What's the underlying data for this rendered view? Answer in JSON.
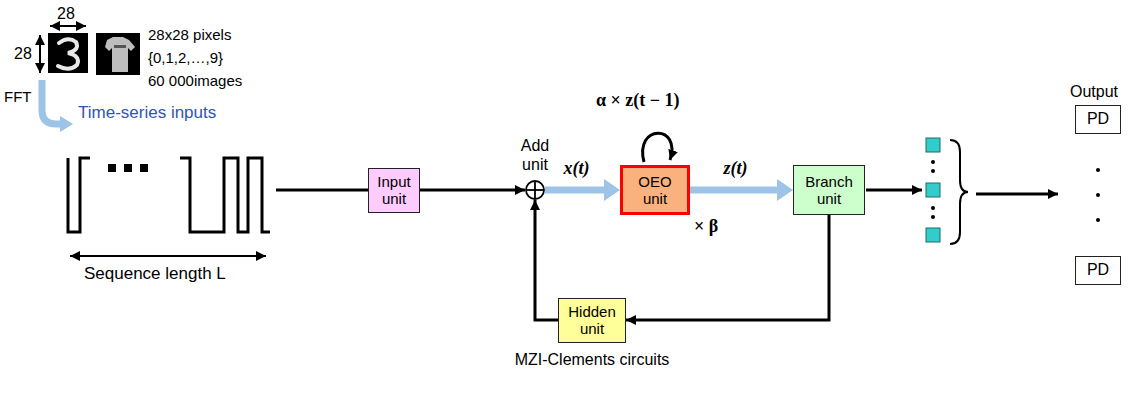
{
  "diagram": {
    "nodes": [
      {
        "text": [
          "Input unit"
        ]
      },
      {
        "text": [
          "Add unit"
        ]
      },
      {
        "text": [
          "OEO unit"
        ]
      },
      {
        "text": [
          "Branch unit"
        ]
      },
      {
        "text": [
          "Hidden unit"
        ]
      },
      {
        "text": [
          "PD"
        ]
      },
      {
        "text": [
          "PD"
        ]
      }
    ],
    "edges": [
      {
        "from": 0,
        "to": 1,
        "arrow": "to"
      },
      {
        "from": 1,
        "to": 2,
        "arrow": "to",
        "label": "x(t)"
      },
      {
        "from": 2,
        "to": 3,
        "arrow": "to",
        "label": "z(t)"
      },
      {
        "from": 3,
        "to": 4,
        "arrow": "to"
      },
      {
        "from": 4,
        "to": 1,
        "arrow": "to"
      }
    ],
    "labels": [
      "28",
      "28",
      "28x28 pixels",
      "{0,1,2,…,9}",
      "60 000images",
      "FFT",
      "Time-series inputs",
      "Sequence length L",
      "α × z(t − 1)",
      "× β",
      "MZI-Clements circuits",
      "Output"
    ]
  }
}
